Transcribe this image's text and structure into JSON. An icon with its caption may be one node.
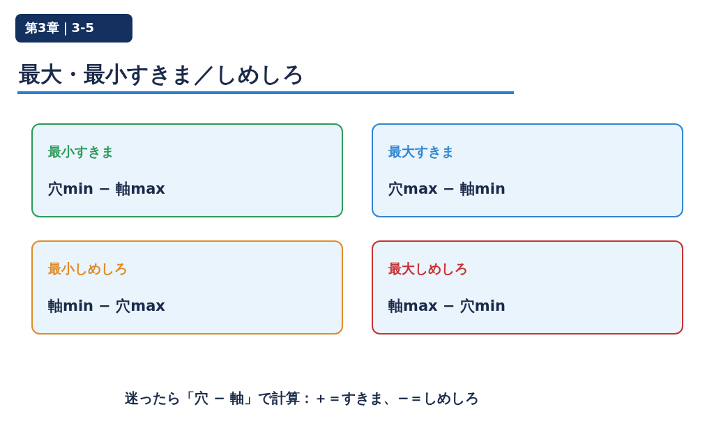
{
  "diagram": {
    "title": "最大・最小すきま／しめしろ",
    "nodes": [
      {
        "text": [
          "第3章｜3-5"
        ]
      },
      {
        "text": [
          "最小すきま",
          "穴min − 軸max"
        ]
      },
      {
        "text": [
          "最大すきま",
          "穴max − 軸min"
        ]
      },
      {
        "text": [
          "最小しめしろ",
          "軸min − 穴max"
        ]
      },
      {
        "text": [
          "最大しめしろ",
          "軸max − 穴min"
        ]
      }
    ],
    "labels": [
      "迷ったら「穴 − 軸」で計算：＋＝すきま、−＝しめしろ"
    ]
  }
}
